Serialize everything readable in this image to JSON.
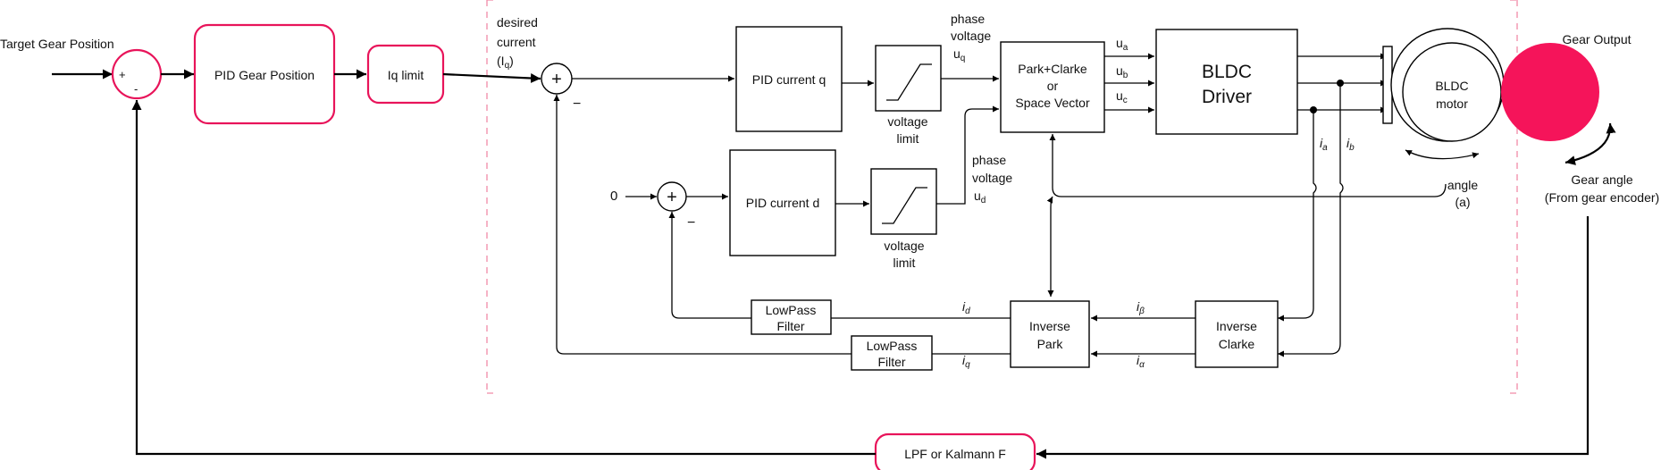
{
  "labels": {
    "target_gear_position": "Target Gear Position",
    "plus": "+",
    "minus": "-",
    "pid_gear_position": "PID Gear Position",
    "iq_limit": "Iq limit",
    "desired_current_1": "desired",
    "desired_current_2": "current",
    "desired_current_3": "(I",
    "desired_current_3_sub": "q",
    "desired_current_3_end": ")",
    "sum_plus": "+",
    "neg": "−",
    "pid_current_q": "PID current q",
    "pid_current_d": "PID current d",
    "zero": "0",
    "voltage_limit_1": "voltage",
    "voltage_limit_2": "limit",
    "phase": "phase",
    "voltage": "voltage",
    "u": "u",
    "sub_q": "q",
    "sub_d": "d",
    "park_clarke_1": "Park+Clarke",
    "park_clarke_2": "or",
    "park_clarke_3": "Space Vector",
    "sub_a": "a",
    "sub_b": "b",
    "sub_c": "c",
    "bldc_driver_1": "BLDC",
    "bldc_driver_2": "Driver",
    "bldc_motor_1": "BLDC",
    "bldc_motor_2": "motor",
    "gear_output": "Gear Output",
    "gear_angle_1": "Gear angle",
    "gear_angle_2": "(From gear encoder)",
    "angle_1": "angle",
    "angle_2": "(a)",
    "i": "i",
    "sub_beta": "β",
    "sub_alpha": "α",
    "lowpass_1": "LowPass",
    "lowpass_2": "Filter",
    "inverse": "Inverse",
    "park": "Park",
    "clarke": "Clarke",
    "lpf_kalman": "LPF or Kalmann F"
  },
  "colors": {
    "accent": "#e8145a",
    "gear_output_fill": "#f5145a",
    "dashed_boundary": "#f08aa8",
    "line": "#000000"
  }
}
